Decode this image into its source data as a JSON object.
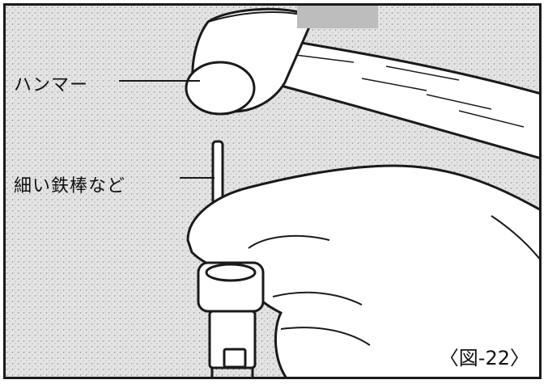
{
  "labels": {
    "hammer": "ハンマー",
    "rod": "細い鉄棒など"
  },
  "figure_number": "〈図-22〉",
  "icons": [
    "hammer-illustration",
    "hand-illustration",
    "rod-illustration",
    "connector-illustration"
  ],
  "colors": {
    "ink": "#1a1a1a",
    "stipple": "#9a9a9a",
    "background": "#dcdcdc",
    "paper": "#ffffff"
  }
}
